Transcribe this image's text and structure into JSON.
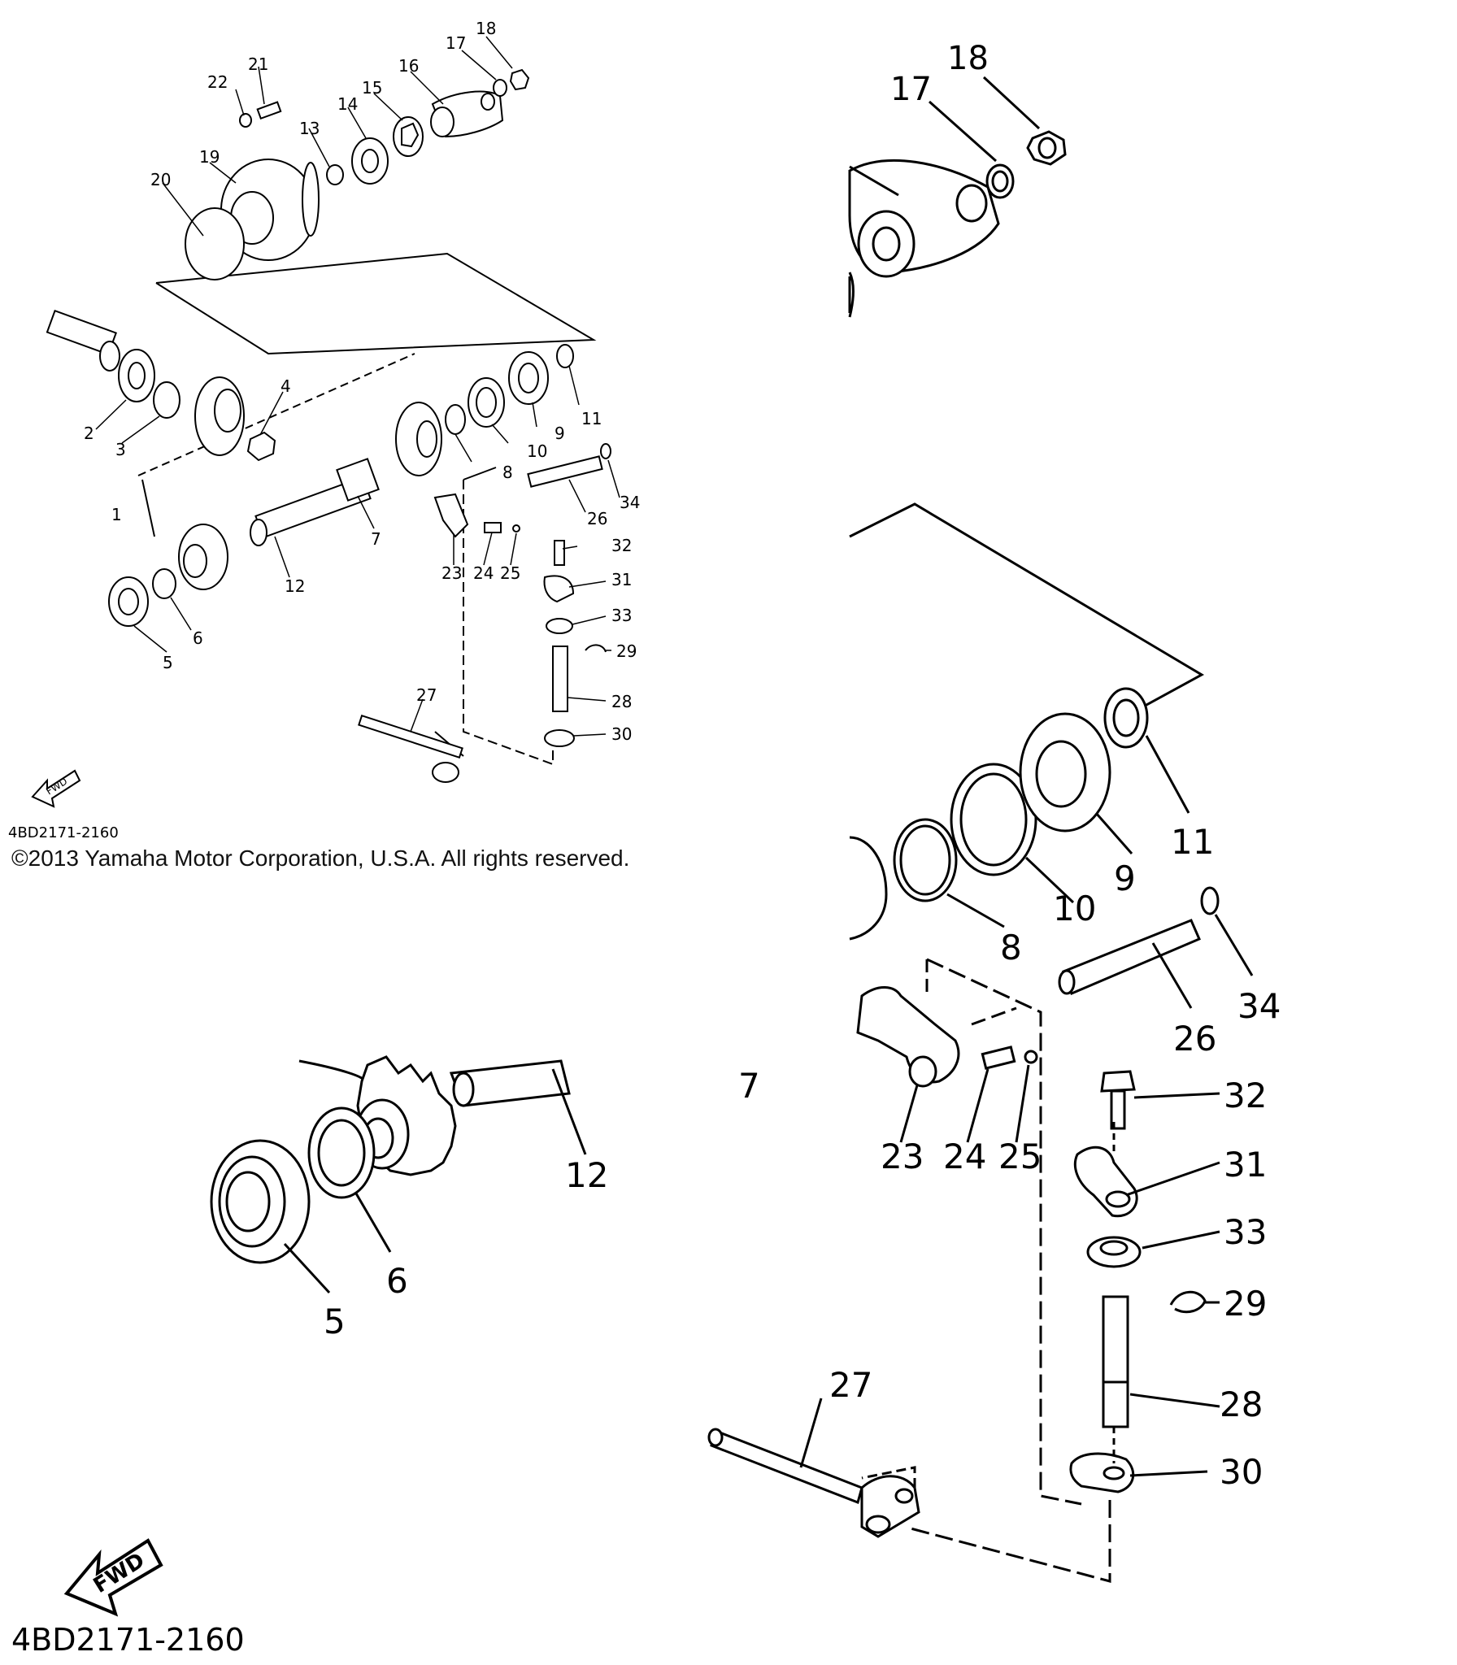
{
  "labels": {
    "overview": [
      "18",
      "17",
      "16",
      "21",
      "22",
      "15",
      "14",
      "13",
      "19",
      "20",
      "4",
      "2",
      "3",
      "11",
      "9",
      "10",
      "8",
      "1",
      "34",
      "26",
      "7",
      "32",
      "23",
      "24",
      "25",
      "31",
      "12",
      "33",
      "29",
      "28",
      "6",
      "5",
      "27",
      "30"
    ],
    "detail_gear": [
      "12",
      "6",
      "5"
    ],
    "detail_top": [
      "18",
      "17"
    ],
    "detail_right": [
      "11",
      "9",
      "10",
      "8",
      "34",
      "26",
      "7",
      "32",
      "23",
      "24",
      "25",
      "31",
      "33",
      "29",
      "28",
      "27",
      "30"
    ]
  },
  "part_code": "4BD2171-2160",
  "fwd_label": "FWD",
  "copyright": "©2013 Yamaha Motor Corporation, U.S.A. All rights reserved."
}
